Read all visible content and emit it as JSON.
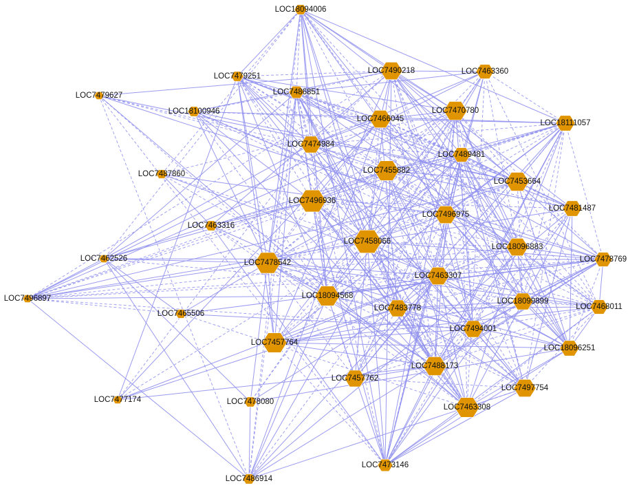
{
  "graph": {
    "colors": {
      "node": "#df9400",
      "edge": "#8f8ff0",
      "background": "#ffffff"
    },
    "node_shape": "hexagon",
    "nodes": [
      {
        "id": "LOC18094006"
      },
      {
        "id": "LOC7479251"
      },
      {
        "id": "LOC7490218"
      },
      {
        "id": "LOC7463360"
      },
      {
        "id": "LOC7479627"
      },
      {
        "id": "LOC7486851"
      },
      {
        "id": "LOC18100946"
      },
      {
        "id": "LOC7466045"
      },
      {
        "id": "LOC7470780"
      },
      {
        "id": "LOC18111057"
      },
      {
        "id": "LOC7474984"
      },
      {
        "id": "LOC7489481"
      },
      {
        "id": "LOC7487860"
      },
      {
        "id": "LOC7455882"
      },
      {
        "id": "LOC7453664"
      },
      {
        "id": "LOC7496936"
      },
      {
        "id": "LOC7481487"
      },
      {
        "id": "LOC7496975"
      },
      {
        "id": "LOC7463316"
      },
      {
        "id": "LOC7458066"
      },
      {
        "id": "LOC18096883"
      },
      {
        "id": "LOC7462526"
      },
      {
        "id": "LOC7478542"
      },
      {
        "id": "LOC7478769"
      },
      {
        "id": "LOC7463307"
      },
      {
        "id": "LOC7496897"
      },
      {
        "id": "LOC18094568"
      },
      {
        "id": "LOC18099899"
      },
      {
        "id": "LOC7483778"
      },
      {
        "id": "LOC7468011"
      },
      {
        "id": "LOC7465506"
      },
      {
        "id": "LOC7494001"
      },
      {
        "id": "LOC7457764"
      },
      {
        "id": "LOC18096251"
      },
      {
        "id": "LOC7488173"
      },
      {
        "id": "LOC7457762"
      },
      {
        "id": "LOC7497754"
      },
      {
        "id": "LOC7477174"
      },
      {
        "id": "LOC7478080"
      },
      {
        "id": "LOC7463308"
      },
      {
        "id": "LOC7473146"
      },
      {
        "id": "LOC7486914"
      }
    ]
  }
}
